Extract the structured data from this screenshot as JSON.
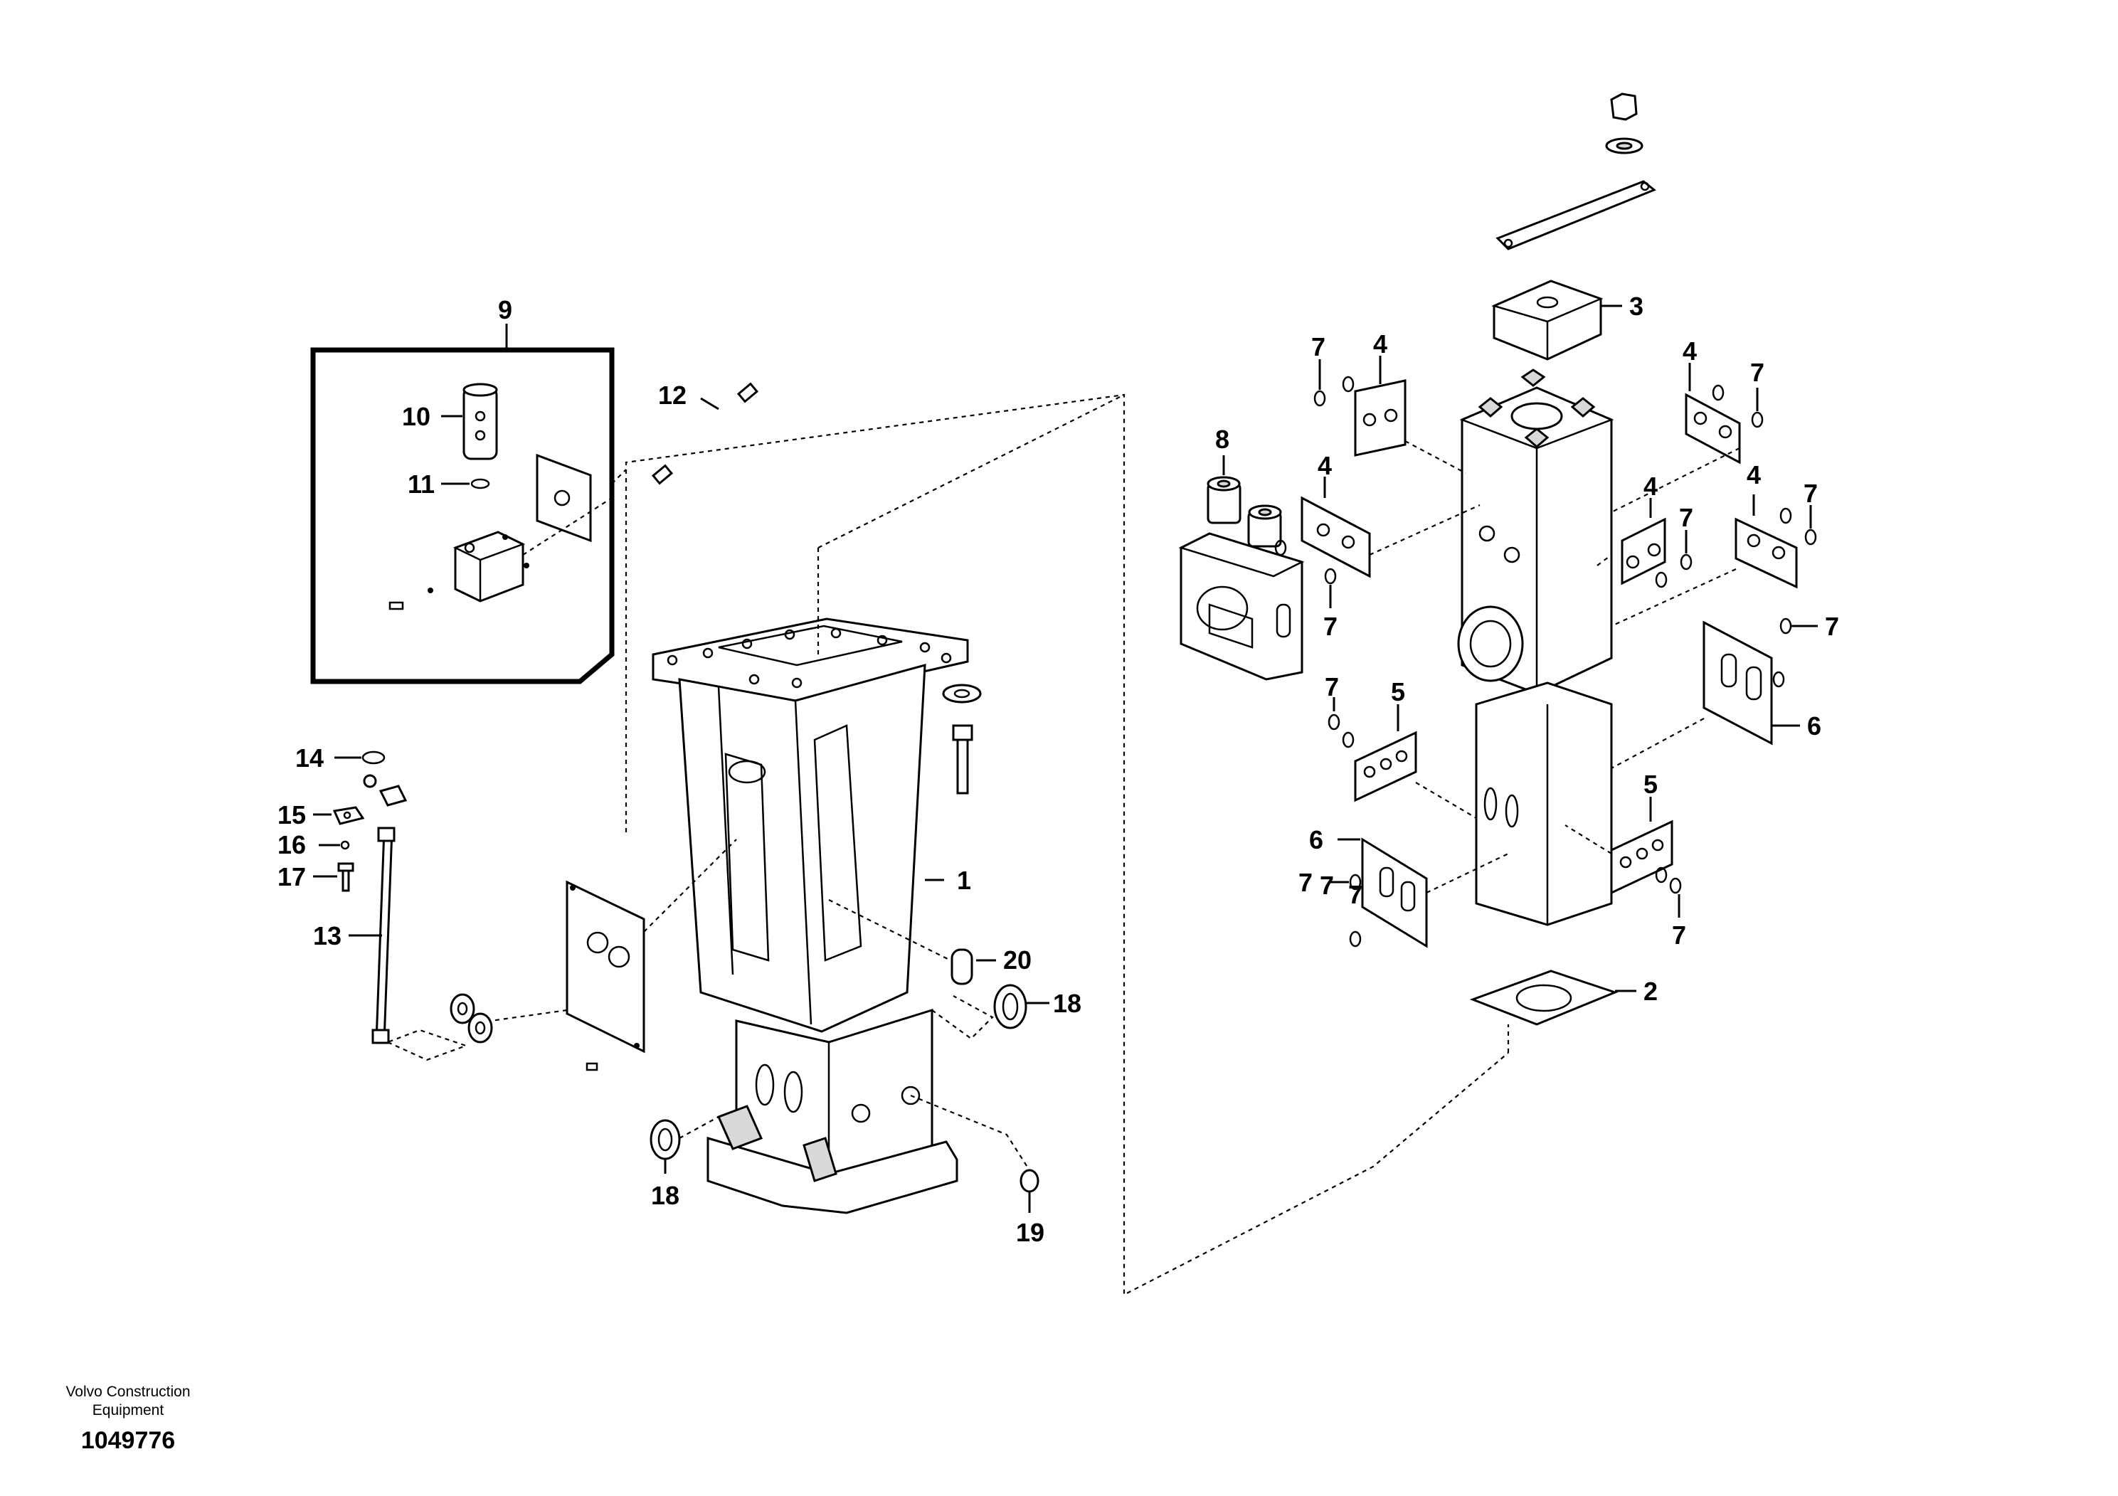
{
  "diagram": {
    "part_callouts": [
      "1",
      "2",
      "3",
      "4",
      "4",
      "4",
      "4",
      "4",
      "5",
      "5",
      "6",
      "6",
      "7",
      "7",
      "7",
      "7",
      "7",
      "7",
      "7",
      "7",
      "7",
      "7",
      "7",
      "8",
      "9",
      "10",
      "11",
      "12",
      "13",
      "14",
      "15",
      "16",
      "17",
      "18",
      "18",
      "19",
      "20"
    ]
  },
  "footer": {
    "maker": "Volvo Construction Equipment",
    "document_number": "1049776"
  }
}
